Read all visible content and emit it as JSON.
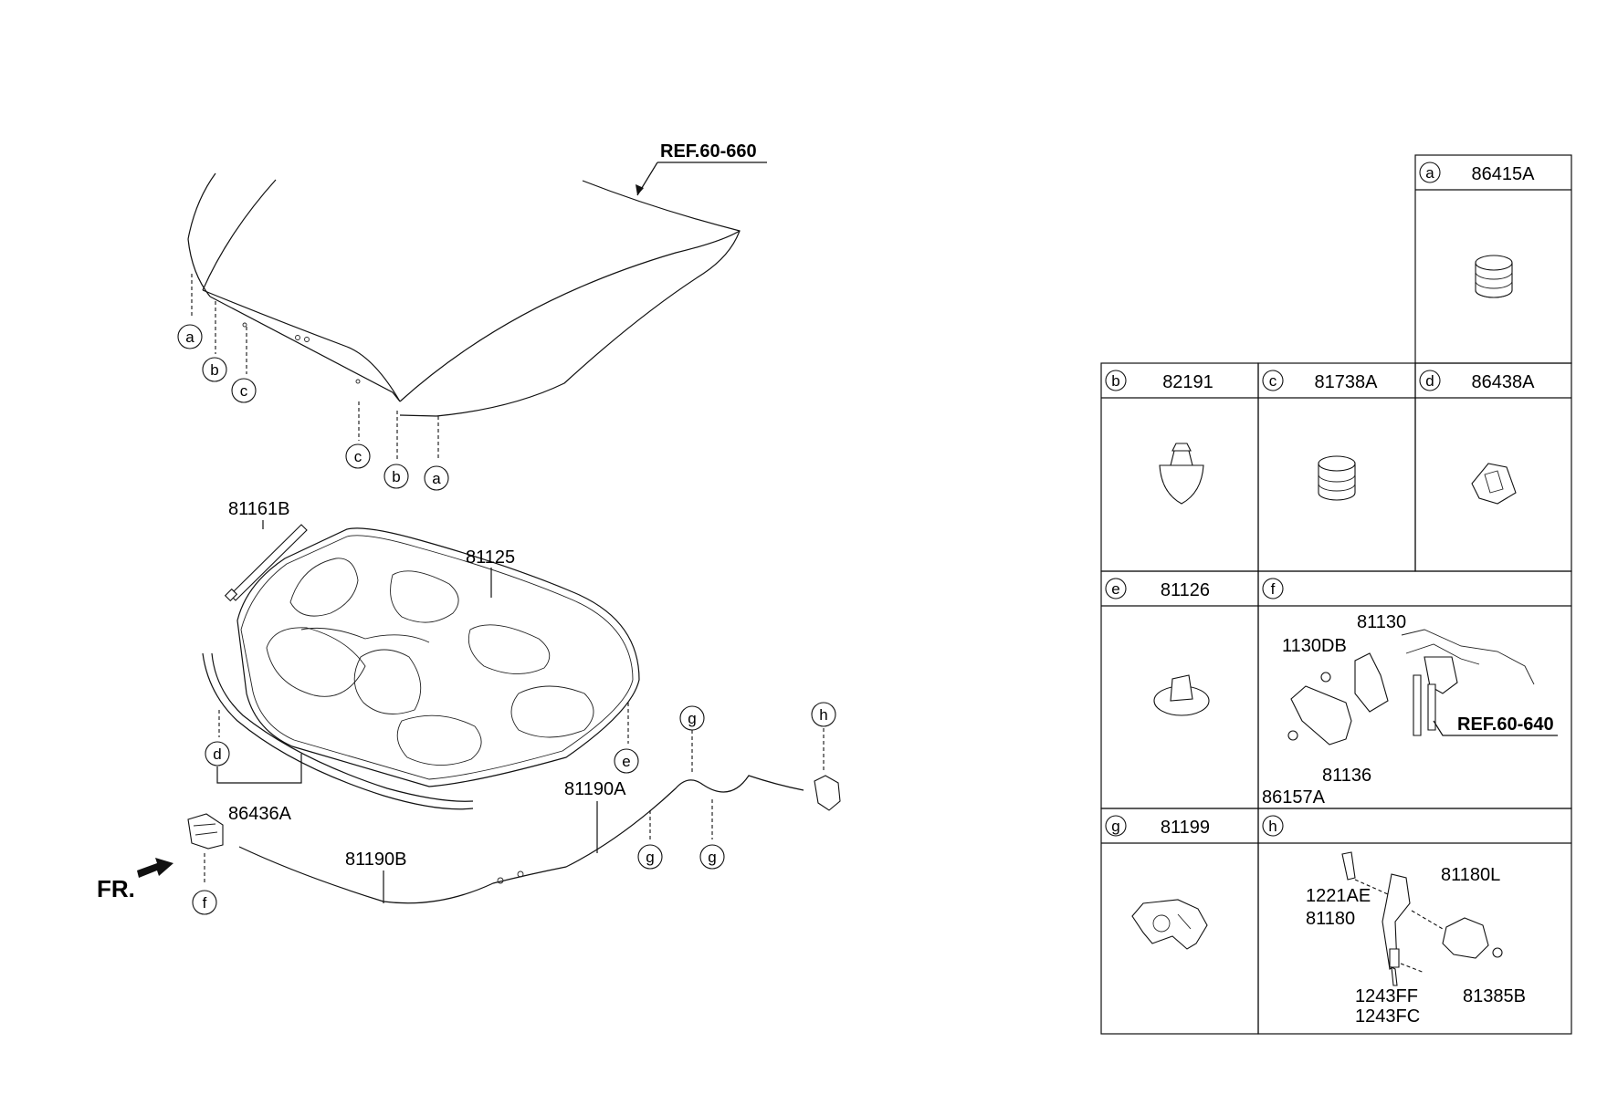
{
  "diagram": {
    "references": {
      "hood": "REF.60-660",
      "latch_area": "REF.60-640"
    },
    "front_indicator": "FR.",
    "callout_letters": [
      "a",
      "b",
      "c",
      "d",
      "e",
      "f",
      "g",
      "h"
    ],
    "main_labels": {
      "stay_rod": "81161B",
      "insulator": "81125",
      "weatherstrip": "86436A",
      "cable_a": "81190A",
      "cable_b": "81190B"
    },
    "parts_table": [
      {
        "letter": "a",
        "part": "86415A"
      },
      {
        "letter": "b",
        "part": "82191"
      },
      {
        "letter": "c",
        "part": "81738A"
      },
      {
        "letter": "d",
        "part": "86438A"
      },
      {
        "letter": "e",
        "part": "81126"
      },
      {
        "letter": "f",
        "part": "",
        "labels": [
          "81130",
          "1130DB",
          "81136",
          "86157A"
        ]
      },
      {
        "letter": "g",
        "part": "81199"
      },
      {
        "letter": "h",
        "part": "",
        "labels": [
          "1221AE",
          "81180L",
          "81180",
          "1243FF",
          "1243FC",
          "81385B"
        ]
      }
    ]
  }
}
